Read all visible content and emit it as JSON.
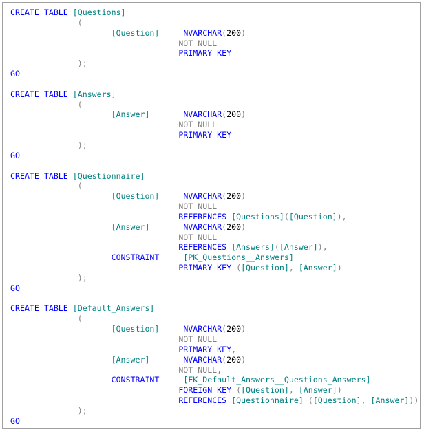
{
  "code": {
    "lines": [
      [
        {
          "t": "CREATE TABLE ",
          "c": "kw"
        },
        {
          "t": "[Questions]",
          "c": "id"
        }
      ],
      [
        {
          "t": "              (",
          "c": "pu"
        }
      ],
      [
        {
          "t": "                     ",
          "c": "pu"
        },
        {
          "t": "[Question]",
          "c": "id"
        },
        {
          "t": "     ",
          "c": "pu"
        },
        {
          "t": "NVARCHAR",
          "c": "kw"
        },
        {
          "t": "(",
          "c": "pu"
        },
        {
          "t": "200",
          "c": "nu"
        },
        {
          "t": ")",
          "c": "pu"
        }
      ],
      [
        {
          "t": "                                   ",
          "c": "pu"
        },
        {
          "t": "NOT NULL",
          "c": "gr"
        }
      ],
      [
        {
          "t": "                                   ",
          "c": "pu"
        },
        {
          "t": "PRIMARY KEY",
          "c": "kw"
        }
      ],
      [
        {
          "t": "              );",
          "c": "pu"
        }
      ],
      [
        {
          "t": "GO",
          "c": "kw"
        }
      ],
      [],
      [
        {
          "t": "CREATE TABLE ",
          "c": "kw"
        },
        {
          "t": "[Answers]",
          "c": "id"
        }
      ],
      [
        {
          "t": "              (",
          "c": "pu"
        }
      ],
      [
        {
          "t": "                     ",
          "c": "pu"
        },
        {
          "t": "[Answer]",
          "c": "id"
        },
        {
          "t": "       ",
          "c": "pu"
        },
        {
          "t": "NVARCHAR",
          "c": "kw"
        },
        {
          "t": "(",
          "c": "pu"
        },
        {
          "t": "200",
          "c": "nu"
        },
        {
          "t": ")",
          "c": "pu"
        }
      ],
      [
        {
          "t": "                                   ",
          "c": "pu"
        },
        {
          "t": "NOT NULL",
          "c": "gr"
        }
      ],
      [
        {
          "t": "                                   ",
          "c": "pu"
        },
        {
          "t": "PRIMARY KEY",
          "c": "kw"
        }
      ],
      [
        {
          "t": "              );",
          "c": "pu"
        }
      ],
      [
        {
          "t": "GO",
          "c": "kw"
        }
      ],
      [],
      [
        {
          "t": "CREATE TABLE ",
          "c": "kw"
        },
        {
          "t": "[Questionnaire]",
          "c": "id"
        }
      ],
      [
        {
          "t": "              (",
          "c": "pu"
        }
      ],
      [
        {
          "t": "                     ",
          "c": "pu"
        },
        {
          "t": "[Question]",
          "c": "id"
        },
        {
          "t": "     ",
          "c": "pu"
        },
        {
          "t": "NVARCHAR",
          "c": "kw"
        },
        {
          "t": "(",
          "c": "pu"
        },
        {
          "t": "200",
          "c": "nu"
        },
        {
          "t": ")",
          "c": "pu"
        }
      ],
      [
        {
          "t": "                                   ",
          "c": "pu"
        },
        {
          "t": "NOT NULL",
          "c": "gr"
        }
      ],
      [
        {
          "t": "                                   ",
          "c": "pu"
        },
        {
          "t": "REFERENCES ",
          "c": "kw"
        },
        {
          "t": "[Questions]",
          "c": "id"
        },
        {
          "t": "(",
          "c": "pu"
        },
        {
          "t": "[Question]",
          "c": "id"
        },
        {
          "t": "),",
          "c": "pu"
        }
      ],
      [
        {
          "t": "                     ",
          "c": "pu"
        },
        {
          "t": "[Answer]",
          "c": "id"
        },
        {
          "t": "       ",
          "c": "pu"
        },
        {
          "t": "NVARCHAR",
          "c": "kw"
        },
        {
          "t": "(",
          "c": "pu"
        },
        {
          "t": "200",
          "c": "nu"
        },
        {
          "t": ")",
          "c": "pu"
        }
      ],
      [
        {
          "t": "                                   ",
          "c": "pu"
        },
        {
          "t": "NOT NULL",
          "c": "gr"
        }
      ],
      [
        {
          "t": "                                   ",
          "c": "pu"
        },
        {
          "t": "REFERENCES ",
          "c": "kw"
        },
        {
          "t": "[Answers]",
          "c": "id"
        },
        {
          "t": "(",
          "c": "pu"
        },
        {
          "t": "[Answer]",
          "c": "id"
        },
        {
          "t": "),",
          "c": "pu"
        }
      ],
      [
        {
          "t": "                     ",
          "c": "pu"
        },
        {
          "t": "CONSTRAINT",
          "c": "kw"
        },
        {
          "t": "     ",
          "c": "pu"
        },
        {
          "t": "[PK_Questions__Answers]",
          "c": "id"
        }
      ],
      [
        {
          "t": "                                   ",
          "c": "pu"
        },
        {
          "t": "PRIMARY KEY ",
          "c": "kw"
        },
        {
          "t": "(",
          "c": "pu"
        },
        {
          "t": "[Question]",
          "c": "id"
        },
        {
          "t": ", ",
          "c": "pu"
        },
        {
          "t": "[Answer]",
          "c": "id"
        },
        {
          "t": ")",
          "c": "pu"
        }
      ],
      [
        {
          "t": "              );",
          "c": "pu"
        }
      ],
      [
        {
          "t": "GO",
          "c": "kw"
        }
      ],
      [],
      [
        {
          "t": "CREATE TABLE ",
          "c": "kw"
        },
        {
          "t": "[Default_Answers]",
          "c": "id"
        }
      ],
      [
        {
          "t": "              (",
          "c": "pu"
        }
      ],
      [
        {
          "t": "                     ",
          "c": "pu"
        },
        {
          "t": "[Question]",
          "c": "id"
        },
        {
          "t": "     ",
          "c": "pu"
        },
        {
          "t": "NVARCHAR",
          "c": "kw"
        },
        {
          "t": "(",
          "c": "pu"
        },
        {
          "t": "200",
          "c": "nu"
        },
        {
          "t": ")",
          "c": "pu"
        }
      ],
      [
        {
          "t": "                                   ",
          "c": "pu"
        },
        {
          "t": "NOT NULL",
          "c": "gr"
        }
      ],
      [
        {
          "t": "                                   ",
          "c": "pu"
        },
        {
          "t": "PRIMARY KEY",
          "c": "kw"
        },
        {
          "t": ",",
          "c": "pu"
        }
      ],
      [
        {
          "t": "                     ",
          "c": "pu"
        },
        {
          "t": "[Answer]",
          "c": "id"
        },
        {
          "t": "       ",
          "c": "pu"
        },
        {
          "t": "NVARCHAR",
          "c": "kw"
        },
        {
          "t": "(",
          "c": "pu"
        },
        {
          "t": "200",
          "c": "nu"
        },
        {
          "t": ")",
          "c": "pu"
        }
      ],
      [
        {
          "t": "                                   ",
          "c": "pu"
        },
        {
          "t": "NOT NULL",
          "c": "gr"
        },
        {
          "t": ",",
          "c": "pu"
        }
      ],
      [
        {
          "t": "                     ",
          "c": "pu"
        },
        {
          "t": "CONSTRAINT",
          "c": "kw"
        },
        {
          "t": "     ",
          "c": "pu"
        },
        {
          "t": "[FK_Default_Answers__Questions_Answers]",
          "c": "id"
        }
      ],
      [
        {
          "t": "                                   ",
          "c": "pu"
        },
        {
          "t": "FOREIGN KEY ",
          "c": "kw"
        },
        {
          "t": "(",
          "c": "pu"
        },
        {
          "t": "[Question]",
          "c": "id"
        },
        {
          "t": ", ",
          "c": "pu"
        },
        {
          "t": "[Answer]",
          "c": "id"
        },
        {
          "t": ")",
          "c": "pu"
        }
      ],
      [
        {
          "t": "                                   ",
          "c": "pu"
        },
        {
          "t": "REFERENCES ",
          "c": "kw"
        },
        {
          "t": "[Questionnaire]",
          "c": "id"
        },
        {
          "t": " (",
          "c": "pu"
        },
        {
          "t": "[Question]",
          "c": "id"
        },
        {
          "t": ", ",
          "c": "pu"
        },
        {
          "t": "[Answer]",
          "c": "id"
        },
        {
          "t": ")",
          "c": "pu"
        },
        {
          "t": ")",
          "c": "pu"
        }
      ],
      [
        {
          "t": "              );",
          "c": "pu"
        }
      ],
      [
        {
          "t": "GO",
          "c": "kw"
        }
      ]
    ]
  }
}
